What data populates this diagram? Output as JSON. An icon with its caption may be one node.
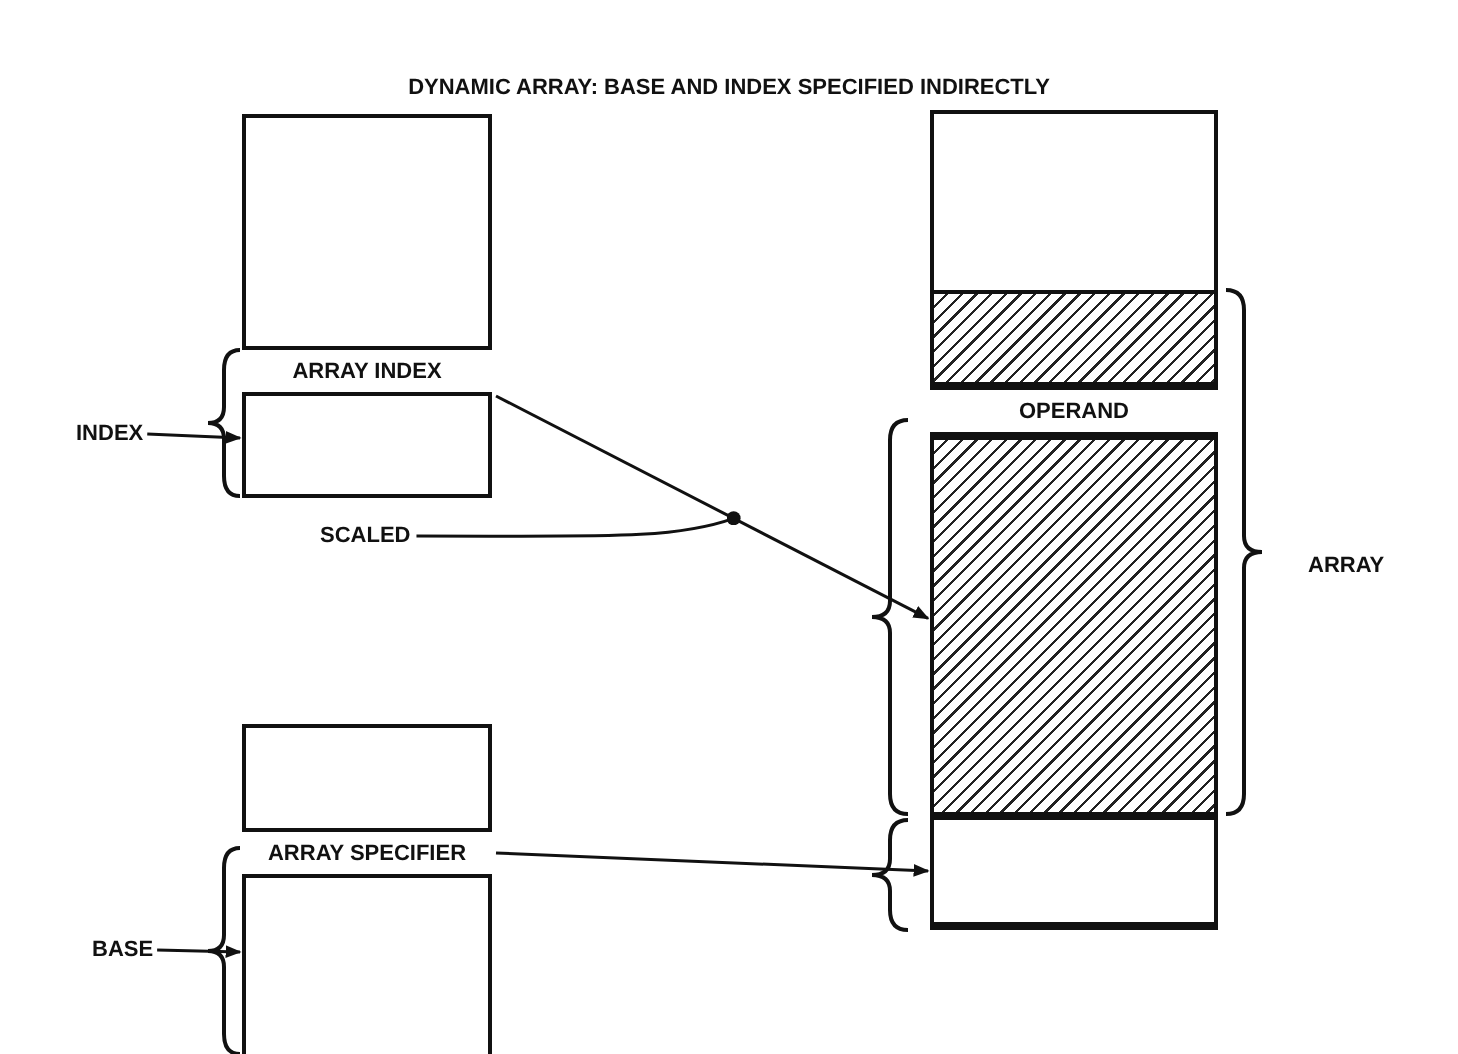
{
  "diagram": {
    "title": "DYNAMIC ARRAY: BASE AND INDEX SPECIFIED INDIRECTLY",
    "nodes": [
      {
        "text": [],
        "shape": "box"
      },
      {
        "text": [
          "ARRAY INDEX"
        ],
        "in": 0
      },
      {
        "text": [
          "INDEX"
        ]
      },
      {
        "text": [
          "SCALED"
        ]
      },
      {
        "text": [],
        "shape": "box"
      },
      {
        "text": [
          "ARRAY SPECIFIER"
        ],
        "in": 4
      },
      {
        "text": [
          "BASE"
        ]
      },
      {
        "text": [],
        "shape": "box"
      },
      {
        "text": [],
        "shape": "box",
        "in": 7
      },
      {
        "text": [
          "OPERAND"
        ],
        "in": 7
      },
      {
        "text": [],
        "shape": "box",
        "in": 7
      },
      {
        "text": [],
        "shape": "box",
        "in": 7
      }
    ],
    "edges": [
      {
        "from": 2,
        "to": 0,
        "arrow": "to"
      },
      {
        "from": 1,
        "to": 10,
        "arrow": "to"
      },
      {
        "from": 3,
        "to": null,
        "arrow": "other"
      },
      {
        "from": 6,
        "to": 4,
        "arrow": "to"
      },
      {
        "from": 5,
        "to": 11,
        "arrow": "to"
      }
    ],
    "labels": [
      "ARRAY"
    ]
  }
}
